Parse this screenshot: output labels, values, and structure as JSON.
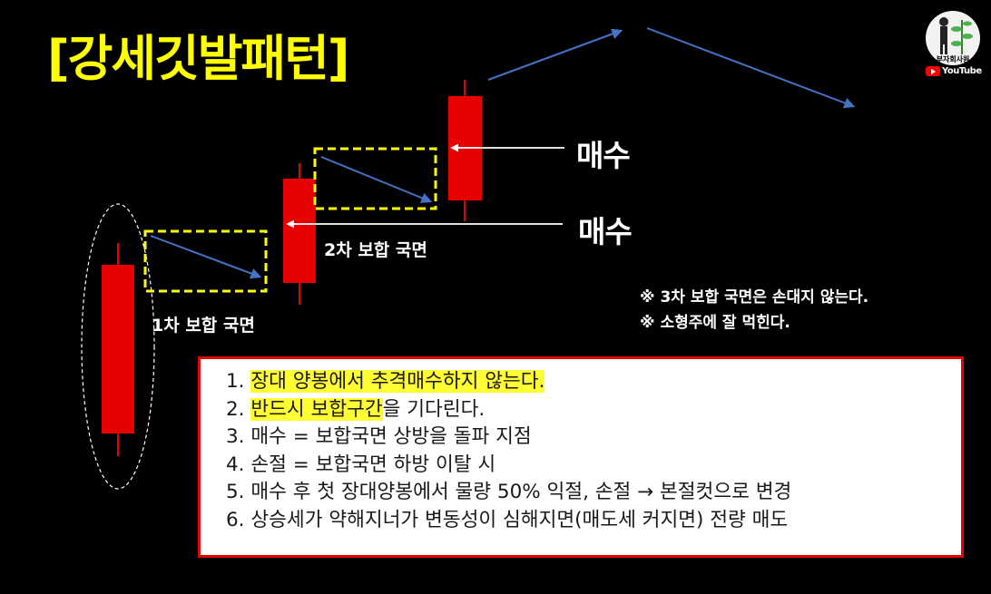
{
  "title": "[강세깃발패턴]",
  "phase_labels": {
    "first": "1차 보합 국면",
    "second": "2차 보합 국면"
  },
  "buy_labels": {
    "upper": "매수",
    "lower": "매수"
  },
  "notes": [
    "※ 3차 보합 국면은 손대지 않는다.",
    "※ 소형주에 잘 먹힌다."
  ],
  "rules": [
    {
      "num": "1.",
      "highlight": "장대 양봉에서 추격매수하지 않는다.",
      "rest": ""
    },
    {
      "num": "2.",
      "highlight": "반드시 보합구간",
      "rest": "을 기다린다."
    },
    {
      "num": "3.",
      "highlight": "",
      "rest": "매수 = 보합국면 상방을 돌파 지점"
    },
    {
      "num": "4.",
      "highlight": "",
      "rest": "손절 = 보합국면 하방 이탈 시"
    },
    {
      "num": "5.",
      "highlight": "",
      "rest": "매수 후 첫 장대양봉에서 물량 50% 익절, 손절 → 본절컷으로 변경"
    },
    {
      "num": "6.",
      "highlight": "",
      "rest": "상승세가 약해지너가 변동성이 심해지면(매도세 커지면) 전량 매도"
    }
  ],
  "logo": {
    "name": "부자회사원",
    "platform": "YouTube",
    "icon": "youtube-play-icon"
  },
  "colors": {
    "background": "#000000",
    "title": "#ffff00",
    "candle": "#e60000",
    "arrow": "#4472c4",
    "box_dash": "#ffff00",
    "rules_border": "#e60000",
    "highlight": "#ffff33"
  }
}
